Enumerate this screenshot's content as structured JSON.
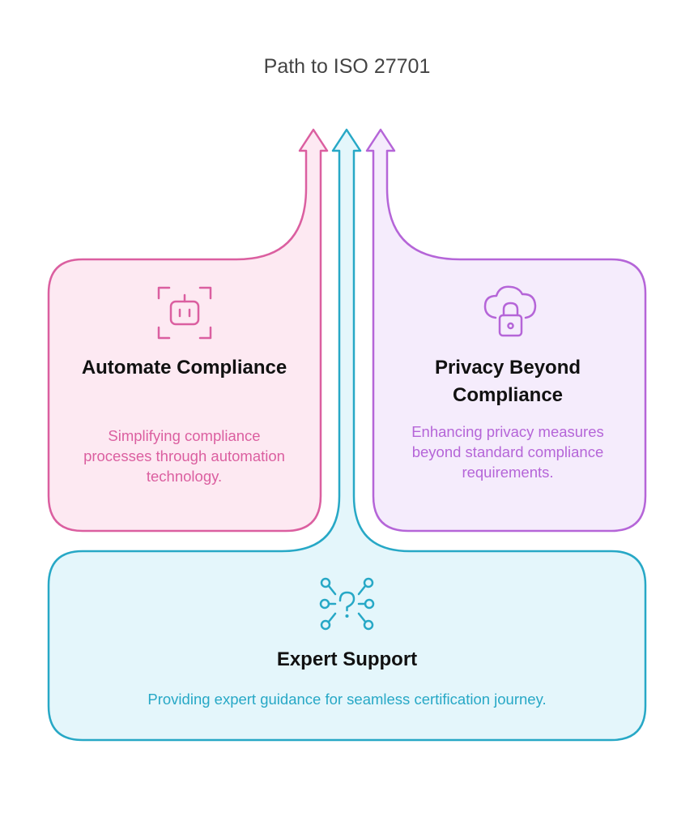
{
  "title": "Path to ISO 27701",
  "colors": {
    "pink": "#db5fa0",
    "pink_fill": "#fde9f2",
    "purple": "#b565d8",
    "purple_fill": "#f5ecfc",
    "cyan": "#27a8c6",
    "cyan_fill": "#e4f6fb"
  },
  "cards": {
    "left": {
      "icon": "robot-icon",
      "title": "Automate Compliance",
      "description": "Simplifying compliance processes through automation technology."
    },
    "right": {
      "icon": "cloud-lock-icon",
      "title": "Privacy Beyond Compliance",
      "description": "Enhancing privacy measures beyond standard compliance requirements."
    },
    "bottom": {
      "icon": "question-network-icon",
      "title": "Expert Support",
      "description": "Providing expert guidance for seamless certification journey."
    }
  }
}
